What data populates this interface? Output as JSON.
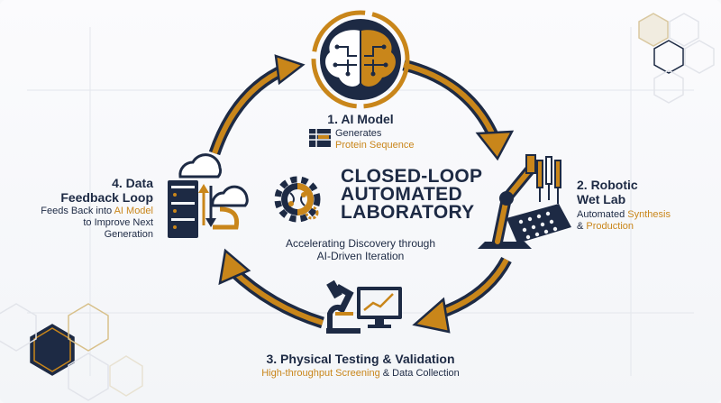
{
  "title": {
    "line1": "CLOSED-LOOP",
    "line2": "AUTOMATED",
    "line3": "LABORATORY",
    "subtitle_line1": "Accelerating Discovery through",
    "subtitle_line2": "AI-Driven Iteration"
  },
  "steps": [
    {
      "heading": "1. AI Model",
      "desc_line1": "Generates",
      "desc_line2": "Protein Sequence"
    },
    {
      "heading_line1": "2. Robotic",
      "heading_line2": "Wet Lab",
      "desc_line1_a": "Automated ",
      "desc_line1_b": "Synthesis",
      "desc_line2_a": "& ",
      "desc_line2_b": "Production"
    },
    {
      "heading": "3. Physical Testing & Validation",
      "desc_a": "High-throughput Screening",
      "desc_b": " & Data Collection"
    },
    {
      "heading_line1": "4. Data",
      "heading_line2": "Feedback Loop",
      "desc_line1_a": "Feeds Back into ",
      "desc_line1_b": "AI Model",
      "desc_line2": "to Improve Next",
      "desc_line3": "Generation"
    }
  ],
  "colors": {
    "navy": "#1d2a44",
    "gold": "#c9861a",
    "background": "#f7f8fa"
  },
  "icons": [
    "brain-circuit-icon",
    "robotic-arm-pipette-icon",
    "microscope-monitor-icon",
    "server-cloud-sync-icon",
    "gear-dna-icon",
    "sequence-table-icon"
  ]
}
